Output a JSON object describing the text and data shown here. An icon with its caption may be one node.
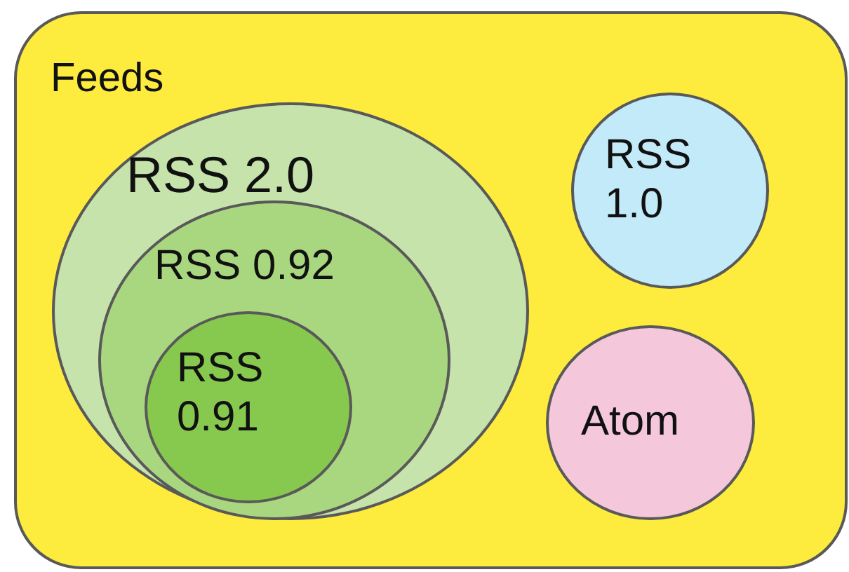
{
  "diagram": {
    "nodes": [
      {
        "text": [
          "Feeds"
        ]
      },
      {
        "text": [
          "RSS 2.0"
        ],
        "in": 0
      },
      {
        "text": [
          "RSS 0.92"
        ],
        "in": 1
      },
      {
        "text": [
          "RSS 0.91"
        ],
        "in": 2
      },
      {
        "text": [
          "RSS 1.0"
        ],
        "in": 0
      },
      {
        "text": [
          "Atom"
        ],
        "in": 0
      }
    ]
  }
}
